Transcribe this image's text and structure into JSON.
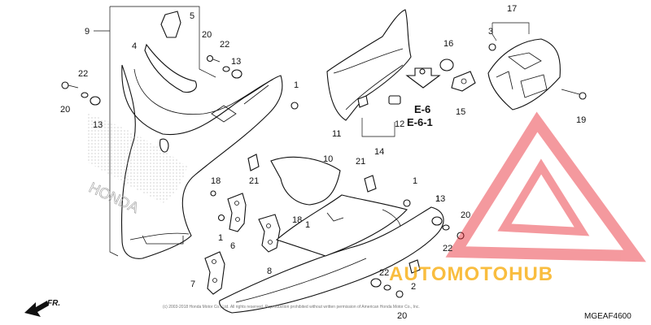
{
  "diagram": {
    "diagram_code": "MGEAF4600",
    "direction_label": "FR.",
    "section_refs": [
      "E-6",
      "E-6-1"
    ],
    "copyright_line": "(c) 2003-2018 Honda Motor Co., Ltd. All rights reserved. Reproduction prohibited without written permission of American Honda Motor Co., Inc.",
    "watermark": {
      "text": "AUTOMOTOHUB",
      "color_text": "#f7a800",
      "color_hub": "#222222",
      "logo_color": "#e8202a"
    },
    "callouts": [
      "1",
      "1",
      "1",
      "1",
      "1",
      "2",
      "3",
      "4",
      "5",
      "6",
      "7",
      "8",
      "9",
      "10",
      "11",
      "12",
      "13",
      "13",
      "13",
      "14",
      "15",
      "16",
      "17",
      "18",
      "18",
      "19",
      "20",
      "20",
      "20",
      "20",
      "21",
      "21",
      "22",
      "22",
      "22",
      "22"
    ]
  }
}
